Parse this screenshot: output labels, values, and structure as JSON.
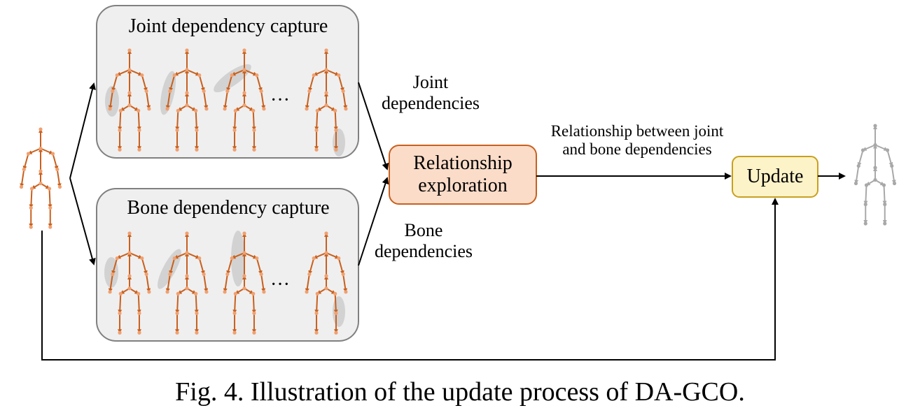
{
  "joint_box": {
    "title": "Joint dependency capture"
  },
  "bone_box": {
    "title": "Bone dependency capture"
  },
  "labels": {
    "joint_dependencies": [
      "Joint",
      "dependencies"
    ],
    "bone_dependencies": [
      "Bone",
      "dependencies"
    ],
    "relationship": [
      "Relationship between joint",
      "and bone dependencies"
    ],
    "ellipsis": "···"
  },
  "relationship_box": {
    "lines": [
      "Relationship",
      "exploration"
    ]
  },
  "update_box": {
    "label": "Update"
  },
  "caption": "Fig. 4.   Illustration of the update process of DA-GCO.",
  "colors": {
    "skeleton": "#c8601e",
    "joint_dot": "#f0a070",
    "output_skeleton": "#a8a8a8",
    "panel_fill": "#efefef",
    "panel_stroke": "#808080",
    "relationship_fill": "#fbdcc8",
    "relationship_stroke": "#c8601e",
    "update_fill": "#fdf3c8",
    "update_stroke": "#c8a020",
    "highlight": "#c8c8c8"
  }
}
